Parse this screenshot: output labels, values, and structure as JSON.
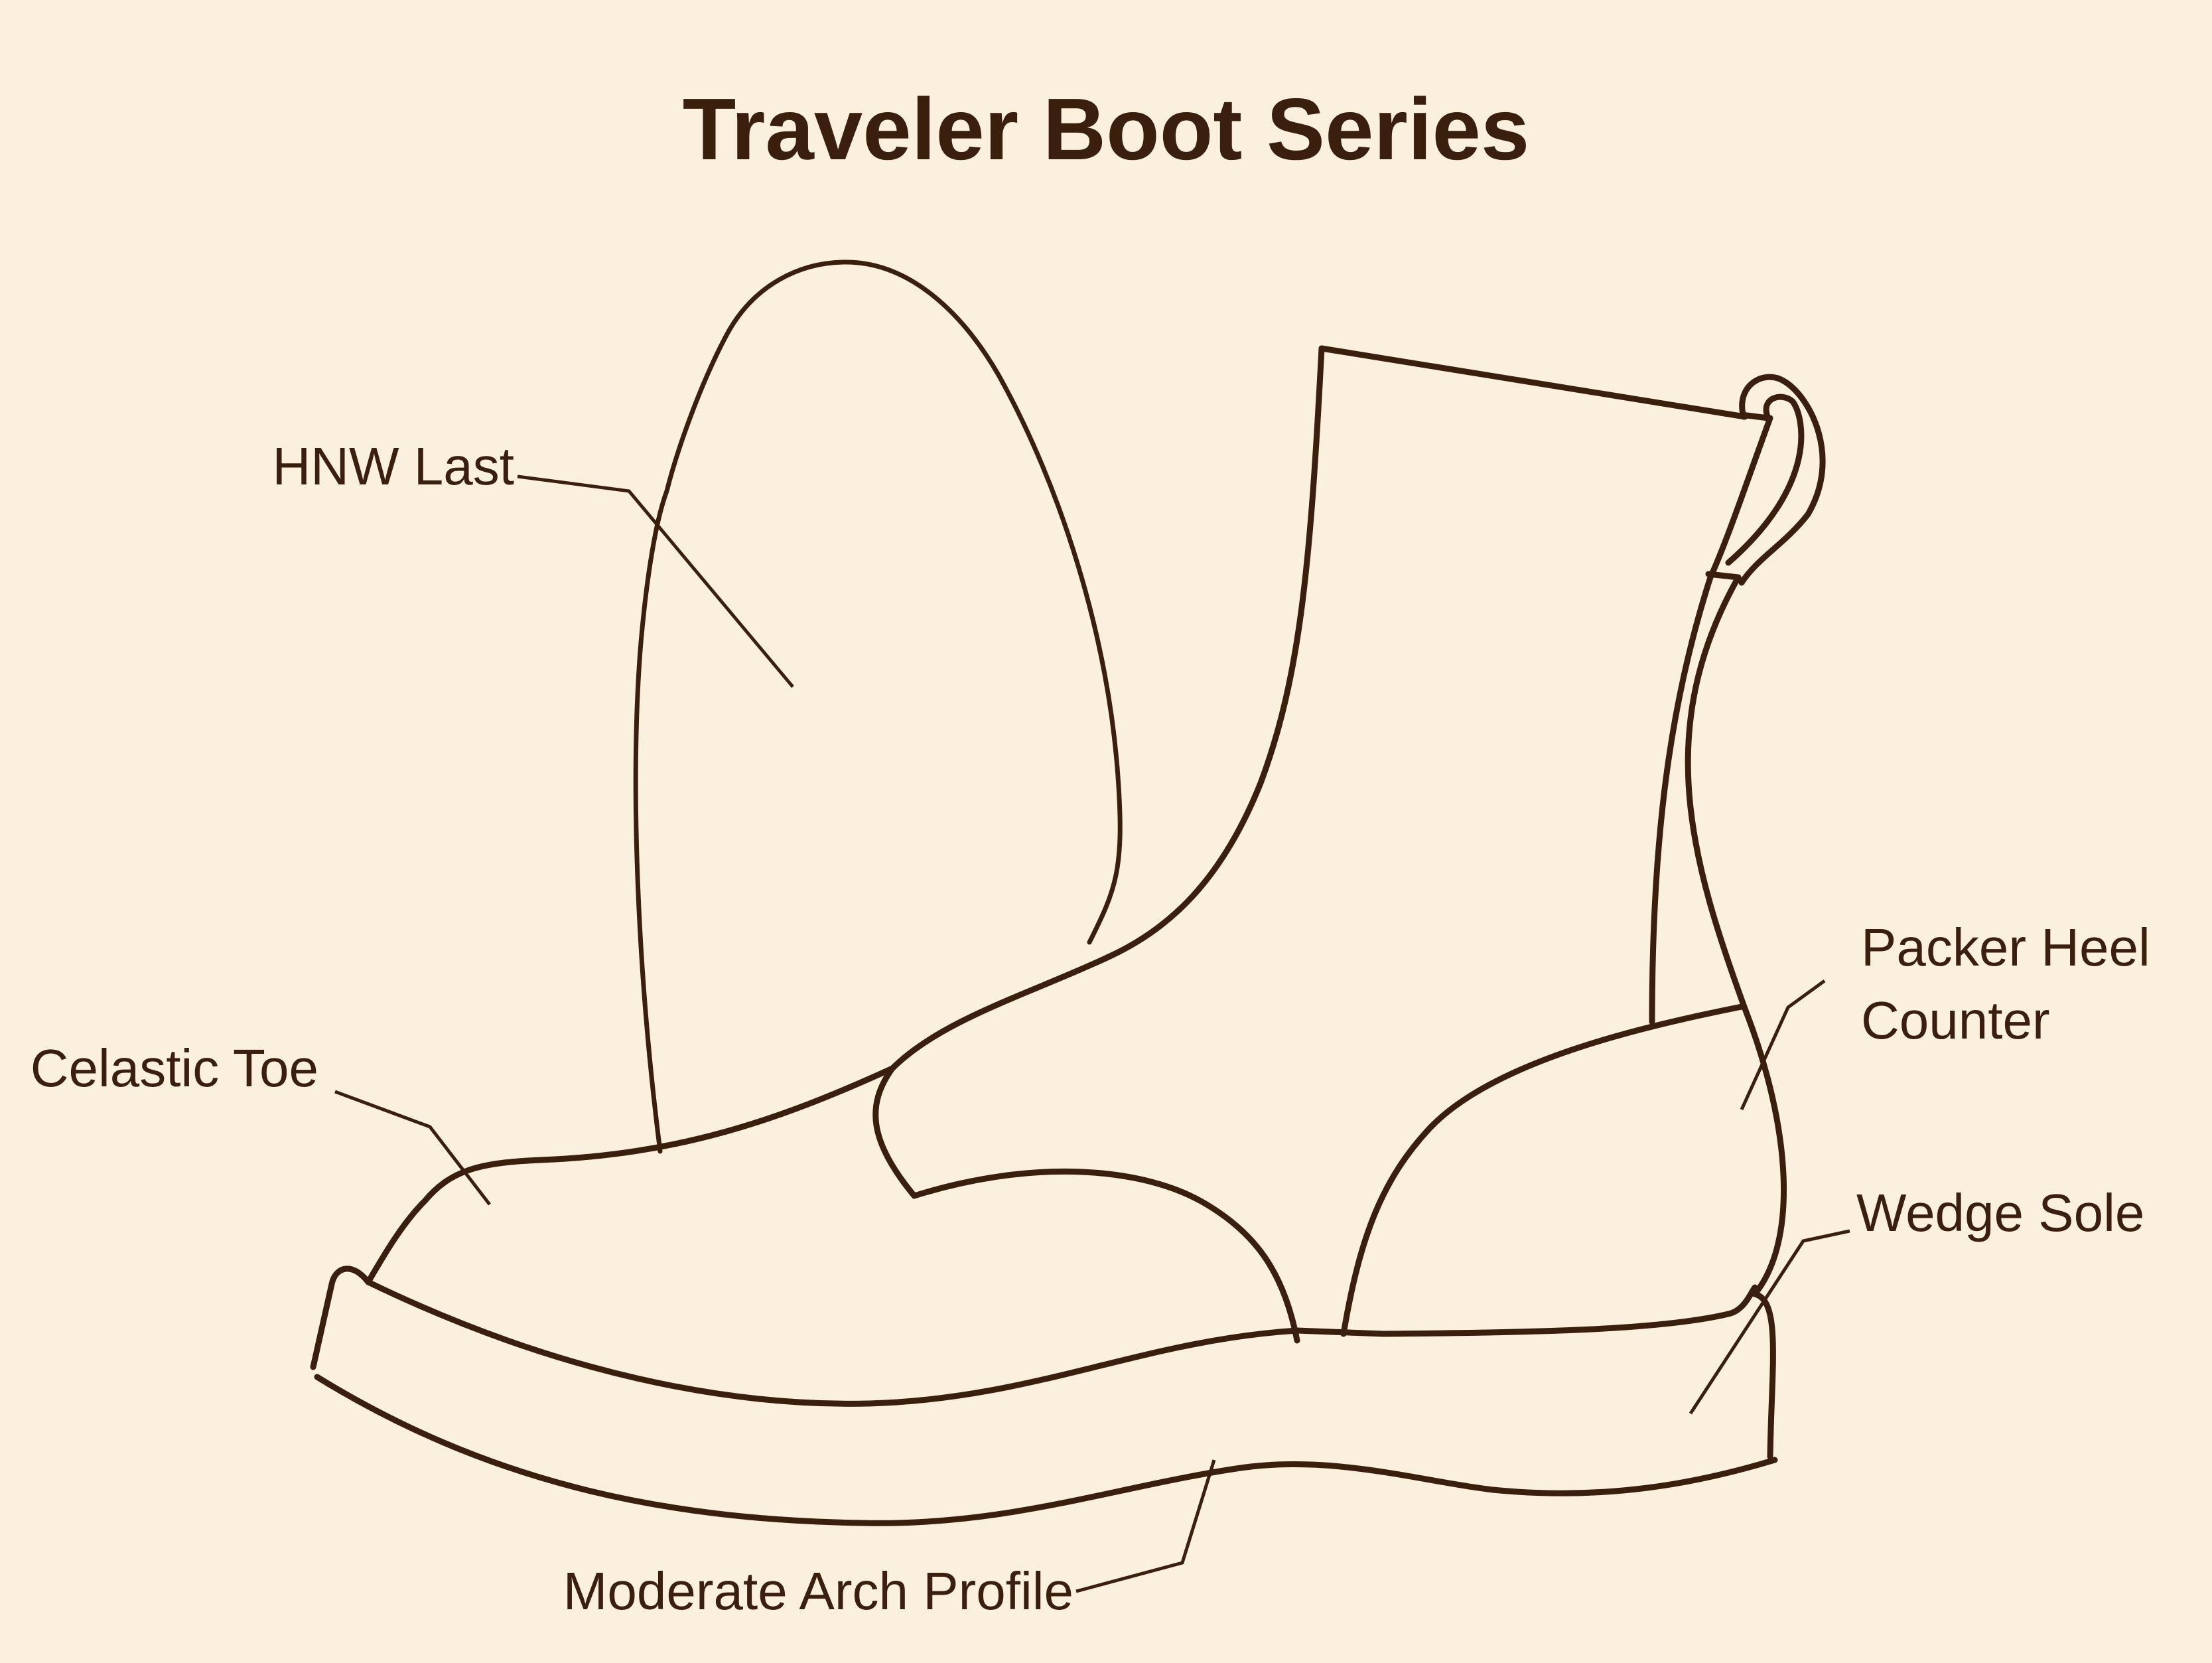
{
  "diagram": {
    "title": "Traveler Boot Series",
    "labels": {
      "hnw_last": "HNW Last",
      "celastic_toe": "Celastic Toe",
      "packer_heel_counter_line1": "Packer Heel",
      "packer_heel_counter_line2": "Counter",
      "wedge_sole": "Wedge Sole",
      "moderate_arch_profile": "Moderate Arch Profile"
    },
    "colors": {
      "background": "#FBEFDD",
      "ink": "#3A1F0E"
    }
  }
}
